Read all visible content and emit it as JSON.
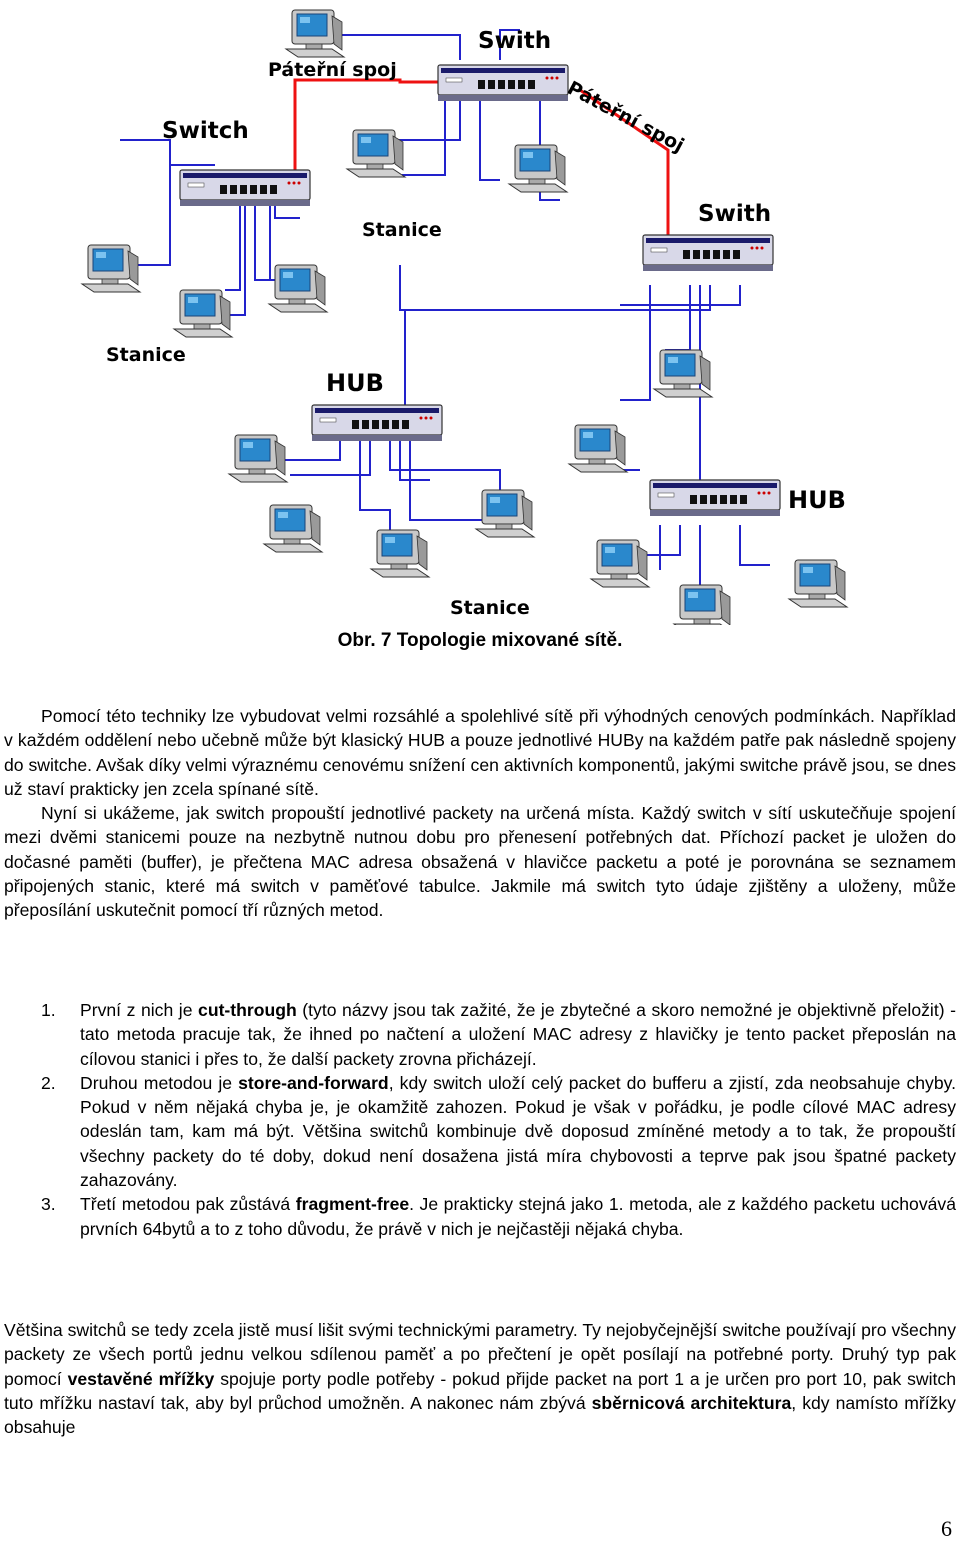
{
  "figure": {
    "labels": {
      "switch_top": "Swith",
      "switch_left": "Switch",
      "switch_right": "Swith",
      "backbone_left": "Páteřní spoj",
      "backbone_right": "Páteřní spoj",
      "stanice_center": "Stanice",
      "stanice_left": "Stanice",
      "stanice_bottom": "Stanice",
      "hub_left": "HUB",
      "hub_right": "HUB"
    },
    "colors": {
      "backbone_line": "#ee1111",
      "link_line": "#2222cc",
      "monitor_screen": "#2a88cc",
      "device_body": "#d8d8e8"
    },
    "caption": "Obr.  7 Topologie mixované sítě."
  },
  "paragraph1": {
    "p1": "Pomocí této techniky lze vybudovat velmi rozsáhlé a spolehlivé sítě při výhodných cenových podmínkách. Například v každém oddělení nebo učebně může být klasický HUB a pouze jednotlivé HUBy na každém patře pak následně spojeny do switche. Avšak díky velmi výraznému cenovému snížení cen aktivních komponentů, jakými switche právě jsou, se dnes už staví prakticky jen zcela spínané sítě.",
    "p2": "Nyní si ukážeme, jak switch propouští jednotlivé packety na určená místa. Každý switch v sítí uskutečňuje spojení mezi dvěmi stanicemi pouze na nezbytně nutnou dobu pro přenesení potřebných dat. Příchozí packet je uložen do dočasné paměti (buffer), je přečtena MAC adresa obsažená v hlavičce packetu a poté je porovnána se seznamem připojených stanic, které má switch v paměťové tabulce. Jakmile má switch tyto údaje zjištěny a uloženy, může přeposílání uskutečnit pomocí tří různých metod."
  },
  "methods": [
    {
      "num": "1.",
      "before": "První z nich je ",
      "bold": "cut-through",
      "after": " (tyto názvy jsou tak zažité, že je zbytečné a skoro nemožné je objektivně přeložit) - tato metoda pracuje tak, že ihned po načtení a uložení MAC adresy z hlavičky je tento packet přeposlán na cílovou stanici i přes to, že další packety zrovna přicházejí."
    },
    {
      "num": "2.",
      "before": "Druhou metodou je ",
      "bold": "store-and-forward",
      "after": ", kdy switch uloží celý packet do bufferu a zjistí, zda neobsahuje chyby. Pokud v něm nějaká chyba je, je okamžitě zahozen. Pokud je však v pořádku, je podle cílové MAC adresy odeslán tam, kam má být. Většina switchů kombinuje dvě doposud zmíněné metody a to tak, že propouští všechny packety do té doby, dokud není dosažena jistá míra chybovosti a teprve pak jsou špatné packety zahazovány."
    },
    {
      "num": "3.",
      "before": "Třetí metodou pak zůstává ",
      "bold": "fragment-free",
      "after": ". Je prakticky stejná jako 1. metoda, ale z každého packetu uchovává prvních 64bytů a to z toho důvodu, že právě v nich je nejčastěji nějaká chyba."
    }
  ],
  "closing": {
    "t1": "Většina switchů se tedy zcela jistě musí lišit svými technickými parametry. Ty nejobyčejnější switche používají pro všechny packety ze všech portů jednu velkou sdílenou paměť a po přečtení je opět posílají na potřebné porty. Druhý typ pak pomocí ",
    "b1": "vestavěné mřížky",
    "t2": " spojuje porty podle potřeby - pokud přijde packet na port 1 a je určen pro port 10, pak switch tuto mřížku nastaví tak, aby byl průchod umožněn. A nakonec nám zbývá ",
    "b2": "sběrnicová architektura",
    "t3": ", kdy namísto mřížky obsahuje"
  },
  "page_number": "6"
}
